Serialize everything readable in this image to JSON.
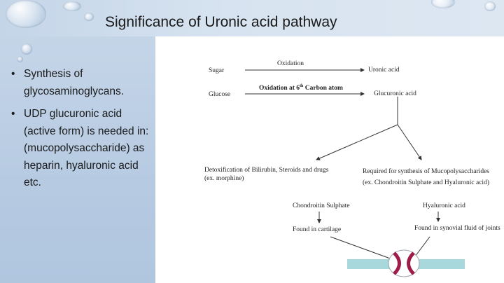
{
  "slide": {
    "title": "Significance of Uronic acid pathway"
  },
  "bullets": [
    {
      "marker": "•",
      "text": "Synthesis of glycosaminoglycans."
    },
    {
      "marker": "•",
      "text": "UDP glucuronic acid (active form) is needed in: (mucopolysaccharide) as heparin, hyaluronic acid etc."
    }
  ],
  "diagram": {
    "sugar": "Sugar",
    "oxidation": "Oxidation",
    "uronic_acid": "Uronic acid",
    "glucose": "Glucose",
    "oxidation_c6": "Oxidation at 6",
    "oxidation_c6_sup": "th",
    "oxidation_c6_tail": "Carbon atom",
    "glucuronic_acid": "Glucuronic acid",
    "detox_line1": "Detoxification of Bilirubin, Steroids and drugs",
    "detox_line2": "(ex. morphine)",
    "mps_line1": "Required for synthesis of Mucopolysaccharides",
    "mps_line2": "(ex. Chondroitin Sulphate and Hyaluronic acid)",
    "chondroitin": "Chondroitin Sulphate",
    "hyaluronic": "Hyaluronic acid",
    "cartilage": "Found in cartilage",
    "synovial": "Found in synovial fluid of joints"
  },
  "colors": {
    "panel": "#b7cbe2",
    "joint_bar": "#a8d8dc",
    "joint_cartilage": "#9e1b4a"
  }
}
